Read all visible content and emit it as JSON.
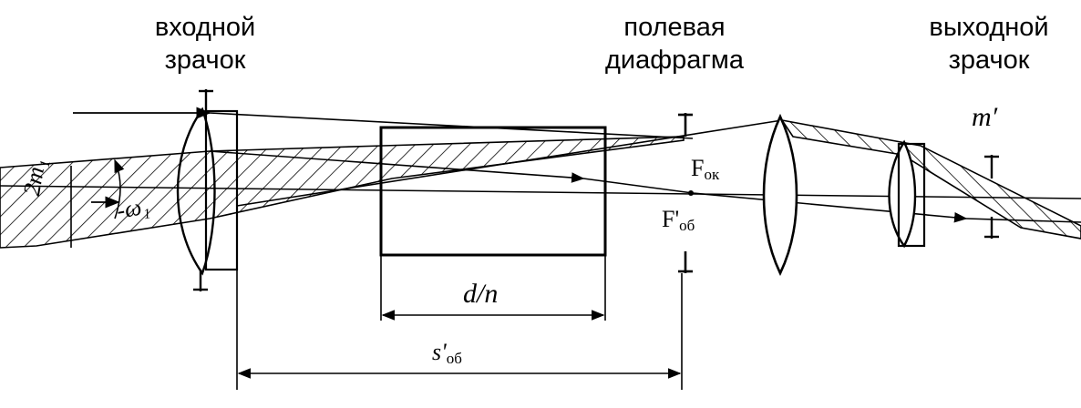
{
  "labels": {
    "entrance_pupil_l1": "входной",
    "entrance_pupil_l2": "зрачок",
    "field_stop_l1": "полевая",
    "field_stop_l2": "диафрагма",
    "exit_pupil_l1": "выходной",
    "exit_pupil_l2": "зрачок",
    "m_prime": "m′",
    "f_ok_main": "F",
    "f_ok_sub": "ок",
    "f_ob_main": "F'",
    "f_ob_sub": "об",
    "d_over_n": "d/n",
    "s_ob_main": "s'",
    "s_ob_sub": "об",
    "two_m1": "2m₁",
    "omega1": "-ω₁"
  },
  "colors": {
    "ink": "#000000",
    "paper": "#ffffff"
  }
}
